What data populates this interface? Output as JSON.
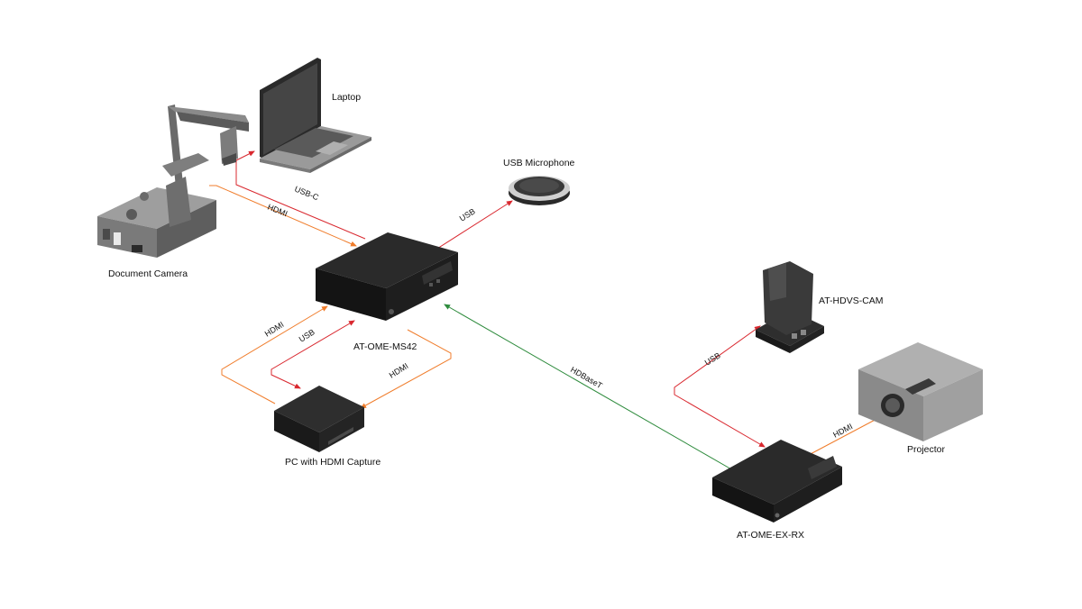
{
  "devices": {
    "laptop": "Laptop",
    "usb_microphone": "USB Microphone",
    "document_camera": "Document Camera",
    "switcher": "AT-OME-MS42",
    "pc_capture": "PC with HDMI Capture",
    "camera": "AT-HDVS-CAM",
    "projector": "Projector",
    "receiver": "AT-OME-EX-RX"
  },
  "connections": {
    "laptop_usbc": "USB-C",
    "doccam_hdmi": "HDMI",
    "mic_usb": "USB",
    "pc_hdmi_in": "HDMI",
    "pc_usb": "USB",
    "pc_hdmi_out": "HDMI",
    "hdbaset": "HDBaseT",
    "cam_usb": "USB",
    "projector_hdmi": "HDMI"
  },
  "colors": {
    "hdmi": "#f07d2c",
    "usb": "#d9282f",
    "hdbaset": "#2e8b3d",
    "device_dark": "#1c1c1c",
    "device_gray": "#8a8a8a"
  }
}
